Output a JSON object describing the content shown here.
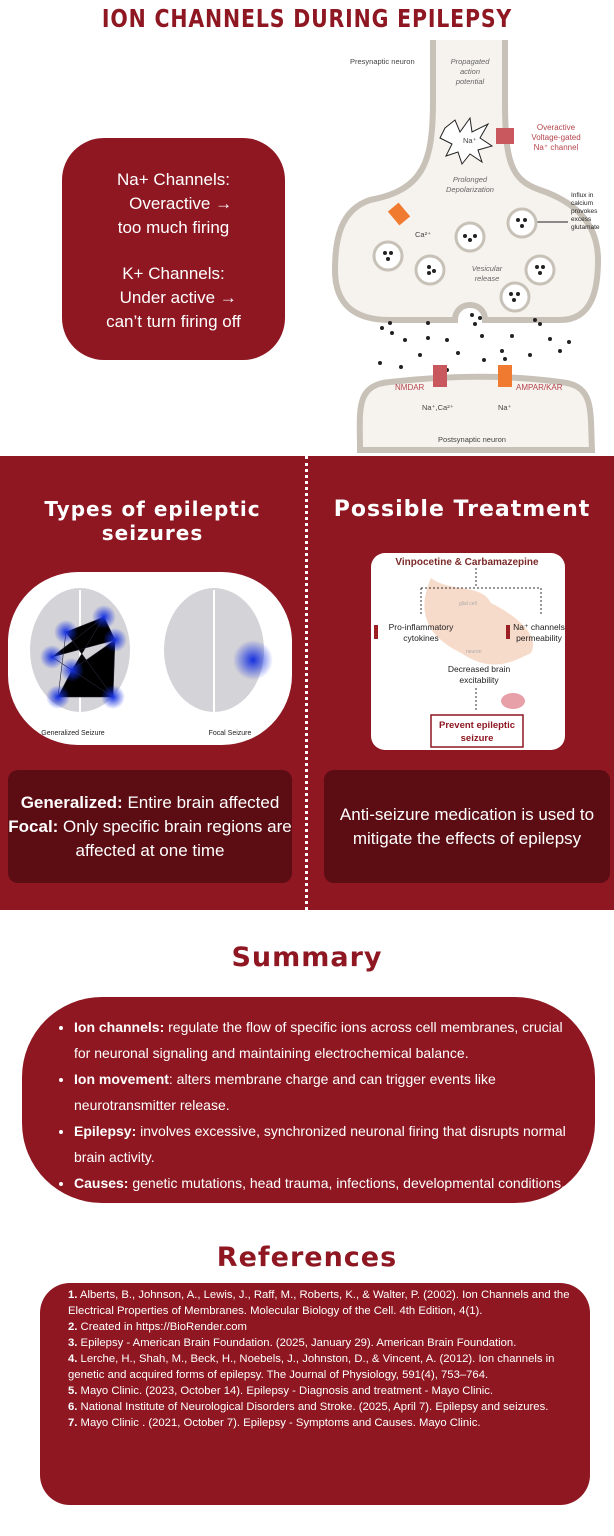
{
  "title": "ION CHANNELS DURING EPILEPSY",
  "ion_box": {
    "na_lines": [
      "Na+ Channels:",
      "Overactive →",
      "too much firing"
    ],
    "k_lines": [
      "K+ Channels:",
      "Under active →",
      "can’t turn firing off"
    ]
  },
  "synapse_diagram": {
    "presynaptic": "Presynaptic neuron",
    "propagated": [
      "Propagated",
      "action",
      "potential"
    ],
    "na_ion": "Na⁺",
    "overactive": [
      "Overactive",
      "Voltage-gated",
      "Na⁺ channel"
    ],
    "prolonged": [
      "Prolonged",
      "Depolarization"
    ],
    "influx": [
      "Influx in",
      "calcium",
      "provokes",
      "excess",
      "glutamate"
    ],
    "ca": "Ca²⁺",
    "vesicular": [
      "Vesicular",
      "release"
    ],
    "nmdar": "NMDAR",
    "ampar": "AMPAR/KAR",
    "nmdar_ions": "Na⁺,Ca²⁺",
    "ampar_ions": "Na⁺",
    "postsynaptic": "Postsynaptic neuron"
  },
  "types": {
    "heading": "Types of epileptic seizures",
    "generalized_caption": "Generalized Seizure",
    "focal_caption": "Focal Seizure",
    "generalized_label": "Generalized:",
    "generalized_text": " Entire brain affected",
    "focal_label": "Focal:",
    "focal_text": " Only specific brain regions are affected at one time"
  },
  "treatment": {
    "heading": "Possible Treatment",
    "drug": "Vinpocetine & Carbamazepine",
    "glial": "glial cell",
    "neuron": "neuron",
    "cytokines": [
      "Pro-inflammatory",
      "cytokines"
    ],
    "na_perm": [
      "Na⁺ channels",
      "permeability"
    ],
    "decreased": [
      "Decreased brain",
      "excitability"
    ],
    "prevent": [
      "Prevent epileptic",
      "seizure"
    ],
    "text": "Anti-seizure medication is used to mitigate the effects of epilepsy"
  },
  "summary": {
    "heading": "Summary",
    "items": [
      {
        "label": "Ion channels:",
        "text": " regulate the flow of specific ions across cell membranes, crucial for neuronal signaling and maintaining electrochemical balance."
      },
      {
        "label": "Ion movement",
        "text": ": alters membrane charge and can trigger events like neurotransmitter release."
      },
      {
        "label": "Epilepsy:",
        "text": " involves excessive, synchronized neuronal firing that disrupts normal brain activity."
      },
      {
        "label": "Causes:",
        "text": " genetic mutations, head trauma, infections, developmental conditions, and injuries before birth."
      }
    ]
  },
  "references": {
    "heading": "References",
    "items": [
      {
        "num": "1.",
        "text": " Alberts, B., Johnson, A., Lewis, J., Raff, M., Roberts, K., & Walter, P. (2002). Ion Channels and the Electrical Properties of Membranes. Molecular Biology of the Cell. 4th Edition, 4(1)."
      },
      {
        "num": "2.",
        "text": " Created in https://BioRender.com"
      },
      {
        "num": "3.",
        "text": " Epilepsy - American Brain Foundation. (2025, January 29). American Brain Foundation."
      },
      {
        "num": "4.",
        "text": " Lerche, H., Shah, M., Beck, H., Noebels, J., Johnston, D., & Vincent, A. (2012). Ion channels in genetic and acquired forms of epilepsy. The Journal of Physiology, 591(4), 753–764."
      },
      {
        "num": "5.",
        "text": " Mayo Clinic. (2023, October 14). Epilepsy - Diagnosis and treatment - Mayo Clinic."
      },
      {
        "num": "6.",
        "text": " National Institute of Neurological Disorders and Stroke. (2025, April 7). Epilepsy and seizures."
      },
      {
        "num": "7.",
        "text": " Mayo Clinic . (2021, October 7). Epilepsy - Symptoms and Causes. Mayo Clinic."
      }
    ]
  },
  "colors": {
    "maroon": "#8e1722",
    "dark": "#5c0d14"
  }
}
